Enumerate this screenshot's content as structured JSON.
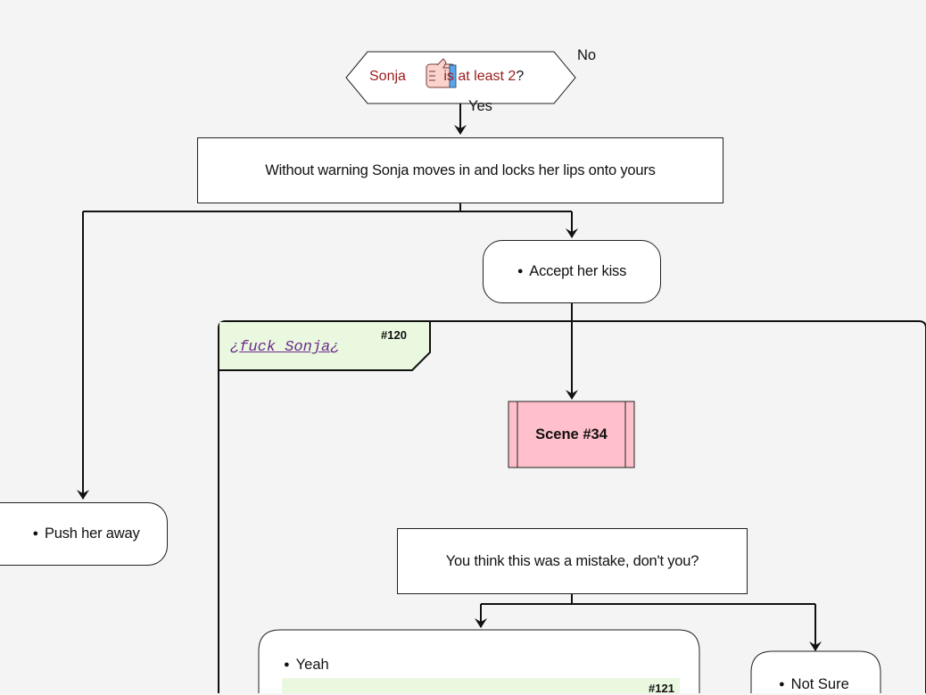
{
  "decision": {
    "prefix": "Sonja",
    "icon": "thumbs-up-icon",
    "condition": "is at least 2",
    "suffix": "?",
    "no_label": "No",
    "yes_label": "Yes"
  },
  "nodes": {
    "action_text": "Without warning Sonja moves in and locks her lips onto yours",
    "accept_kiss": "Accept her kiss",
    "push_away": "Push her away",
    "scene": "Scene #34",
    "question": "You think this was a mistake, don't you?",
    "yeah": "Yeah",
    "not_sure": "Not Sure"
  },
  "partition": {
    "open_mark": "¿",
    "title": "fuck Sonja",
    "close_mark": "¿",
    "tag": "#120",
    "inner_tag": "#121"
  },
  "colors": {
    "decision_text": "#9b1b1b",
    "link": "#6a2a8a",
    "scene_fill": "#ffc0cb",
    "partition_header": "#eaf8df"
  }
}
